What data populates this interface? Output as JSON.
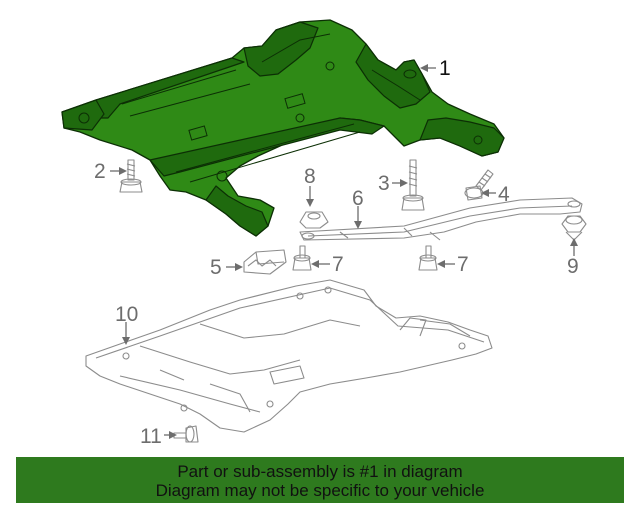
{
  "callouts": [
    "1",
    "2",
    "3",
    "4",
    "5",
    "6",
    "7",
    "7",
    "8",
    "9",
    "10",
    "11"
  ],
  "banner": {
    "line1": "Part or sub-assembly is #1 in diagram",
    "line2": "Diagram may not be specific to your vehicle"
  },
  "colors": {
    "highlight": "#2f8a16",
    "banner": "#2e7a1e",
    "line_art": "#8c8c8c",
    "label": "#6d6d6d"
  }
}
